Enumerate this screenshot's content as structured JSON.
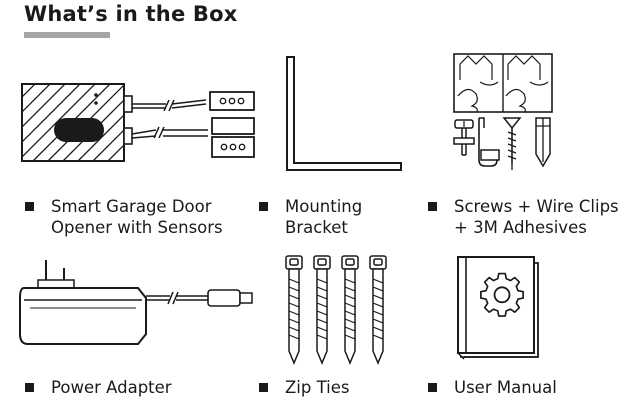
{
  "title": "What’s in the Box",
  "items": [
    {
      "lines": [
        "Smart Garage Door",
        "Opener with Sensors"
      ],
      "icon": "garage-door-opener-icon"
    },
    {
      "lines": [
        "Mounting",
        "Bracket"
      ],
      "icon": "mounting-bracket-icon"
    },
    {
      "lines": [
        "Screws + Wire Clips",
        "+ 3M Adhesives"
      ],
      "icon": "screws-clips-adhesives-icon"
    },
    {
      "lines": [
        "Power Adapter"
      ],
      "icon": "power-adapter-icon"
    },
    {
      "lines": [
        "Zip Ties"
      ],
      "icon": "zip-ties-icon"
    },
    {
      "lines": [
        "User Manual"
      ],
      "icon": "user-manual-icon"
    }
  ]
}
